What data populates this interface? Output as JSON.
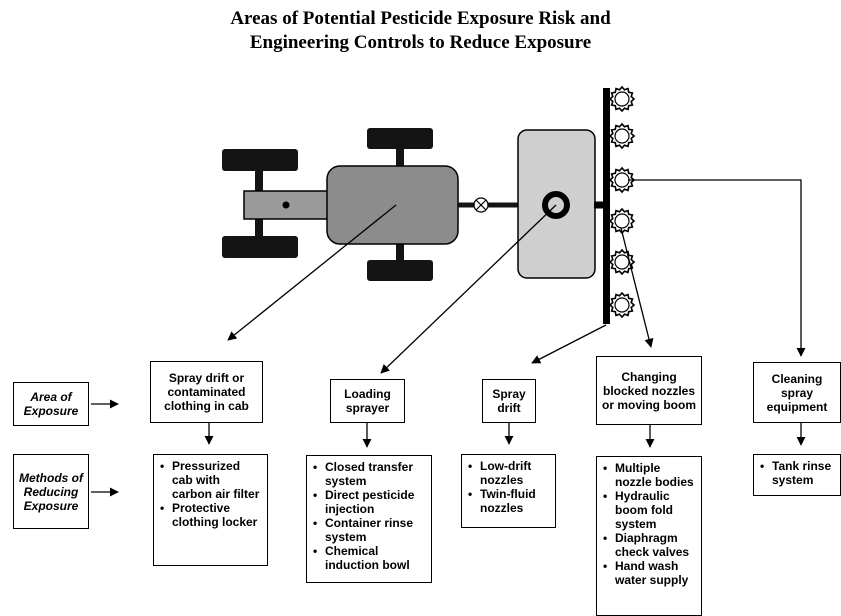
{
  "title": {
    "line1": "Areas of Potential Pesticide Exposure Risk and",
    "line2": "Engineering Controls to Reduce Exposure"
  },
  "row_labels": {
    "area_of_exposure": "Area of Exposure",
    "methods_of_reducing_exposure": "Methods of Reducing Exposure"
  },
  "areas": [
    {
      "label": "Spray drift or contaminated clothing in cab",
      "methods": [
        "Pressurized cab with carbon air filter",
        "Protective clothing locker"
      ]
    },
    {
      "label": "Loading sprayer",
      "methods": [
        "Closed transfer system",
        "Direct pesticide injection",
        "Container rinse system",
        "Chemical induction bowl"
      ]
    },
    {
      "label": "Spray drift",
      "methods": [
        "Low-drift nozzles",
        "Twin-fluid nozzles"
      ]
    },
    {
      "label": "Changing blocked nozzles or moving boom",
      "methods": [
        "Multiple nozzle bodies",
        "Hydraulic boom fold system",
        "Diaphragm check valves",
        "Hand wash water supply"
      ]
    },
    {
      "label": "Cleaning spray equipment",
      "methods": [
        "Tank rinse system"
      ]
    }
  ],
  "colors": {
    "tractor_body": "#8c8c8c",
    "tank": "#cfcfcf",
    "tire": "#141414"
  }
}
